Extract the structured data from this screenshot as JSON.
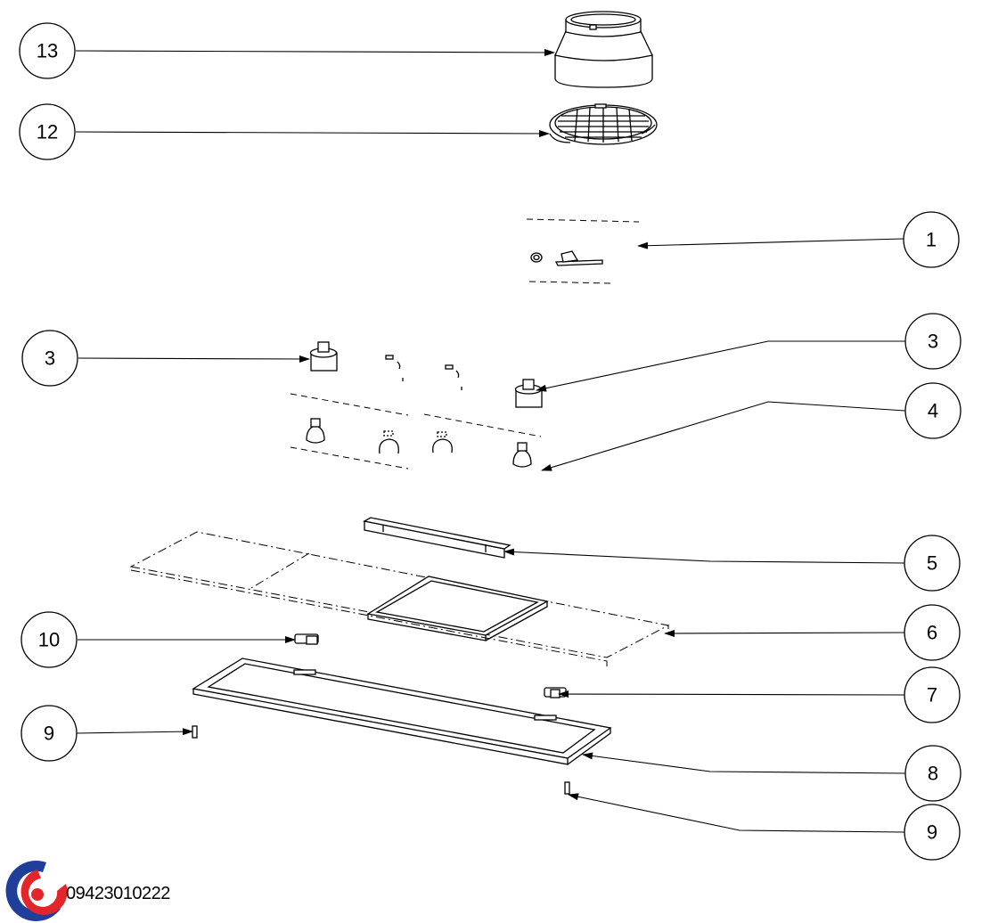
{
  "document": {
    "code": "09423010222",
    "logo_colors": {
      "blue": "#1f3f9a",
      "red": "#e3262b"
    }
  },
  "callouts": [
    {
      "id": "c13",
      "label": "13"
    },
    {
      "id": "c12",
      "label": "12"
    },
    {
      "id": "c1",
      "label": "1"
    },
    {
      "id": "c3a",
      "label": "3"
    },
    {
      "id": "c3b",
      "label": "3"
    },
    {
      "id": "c4",
      "label": "4"
    },
    {
      "id": "c5",
      "label": "5"
    },
    {
      "id": "c6",
      "label": "6"
    },
    {
      "id": "c10",
      "label": "10"
    },
    {
      "id": "c7",
      "label": "7"
    },
    {
      "id": "c9a",
      "label": "9"
    },
    {
      "id": "c8",
      "label": "8"
    },
    {
      "id": "c9b",
      "label": "9"
    }
  ]
}
